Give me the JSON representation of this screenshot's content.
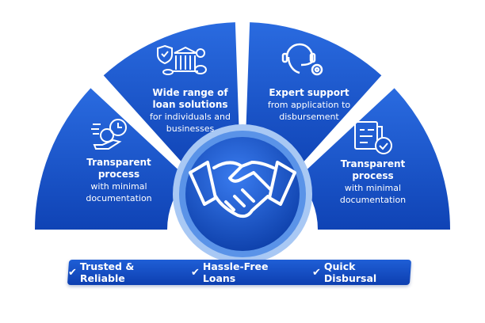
{
  "segments": [
    {
      "icon": "rupee-hand-clock-icon",
      "title": "Transparent process",
      "desc": "with minimal documentation"
    },
    {
      "icon": "bank-shield-icon",
      "title": "Wide range of loan solutions",
      "desc": "for individuals and businesses"
    },
    {
      "icon": "headset-support-icon",
      "title": "Expert support",
      "desc": "from application to disbursement"
    },
    {
      "icon": "document-check-icon",
      "title": "Transparent process",
      "desc": "with minimal documentation"
    }
  ],
  "center_icon": "handshake-icon",
  "banner": {
    "items": [
      "Trusted & Reliable",
      "Hassle-Free Loans",
      "Quick Disbursal"
    ]
  },
  "colors": {
    "primary": "#1a56cc",
    "dark": "#0b3a9e",
    "ring": "#9cc0f2"
  }
}
